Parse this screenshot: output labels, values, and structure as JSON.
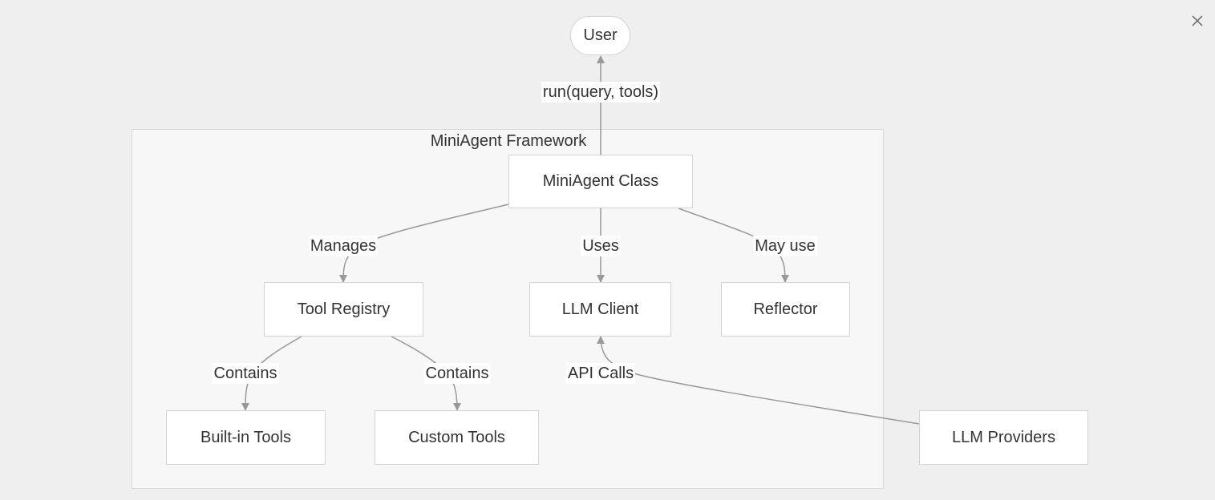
{
  "diagram": {
    "cluster_title": "MiniAgent Framework",
    "nodes": {
      "user": "User",
      "miniagent_class": "MiniAgent Class",
      "tool_registry": "Tool Registry",
      "llm_client": "LLM Client",
      "reflector": "Reflector",
      "builtin_tools": "Built-in Tools",
      "custom_tools": "Custom Tools",
      "llm_providers": "LLM Providers"
    },
    "edges": {
      "run": "run(query, tools)",
      "manages": "Manages",
      "uses": "Uses",
      "may_use": "May use",
      "contains_builtin": "Contains",
      "contains_custom": "Contains",
      "api_calls": "API Calls"
    },
    "colors": {
      "edge": "#999999",
      "node_fill": "#ffffff",
      "node_border": "#d3d3d3",
      "cluster_fill": "#f7f7f7",
      "background": "#efefef"
    }
  },
  "toolbar": {
    "close_icon": "close-icon"
  }
}
